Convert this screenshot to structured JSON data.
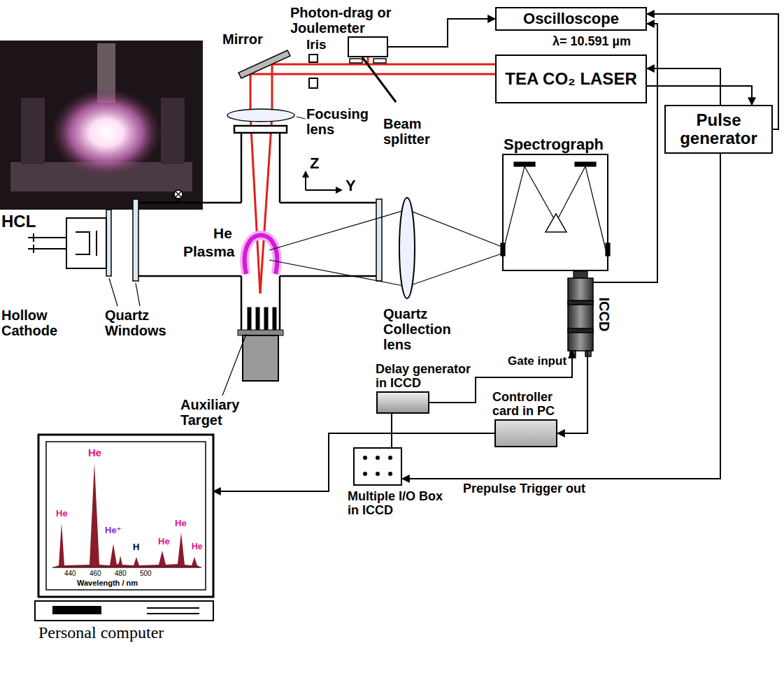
{
  "diagram": {
    "nodes": [
      {
        "text": [
          "Photon-drag or Joulemeter"
        ]
      },
      {
        "text": [
          "Oscilloscope"
        ]
      },
      {
        "text": [
          "TEA CO₂ LASER"
        ]
      },
      {
        "text": [
          "Pulse generator"
        ]
      },
      {
        "text": [
          "Spectrograph"
        ]
      },
      {
        "text": [
          "ICCD"
        ]
      },
      {
        "text": [
          "Delay generator in ICCD"
        ]
      },
      {
        "text": [
          "Controller card in PC"
        ]
      },
      {
        "text": [
          "Multiple I/O Box in ICCD"
        ]
      },
      {
        "text": [
          "Personal computer"
        ]
      }
    ],
    "edges": [
      {
        "from": 0,
        "to": 1,
        "arrow": "to"
      },
      {
        "from": 5,
        "to": 1,
        "arrow": "to"
      },
      {
        "from": 3,
        "to": 1,
        "arrow": "to"
      },
      {
        "from": 3,
        "to": 2,
        "arrow": "to"
      },
      {
        "from": 2,
        "to": 3,
        "arrow": "to"
      },
      {
        "from": 3,
        "to": 8,
        "label": "Prepulse Trigger out",
        "arrow": "to"
      },
      {
        "from": 6,
        "to": 5,
        "arrow": "to"
      },
      {
        "from": 5,
        "to": 7,
        "arrow": "to"
      },
      {
        "from": 7,
        "to": 9,
        "arrow": "to"
      },
      {
        "from": 8,
        "to": 6,
        "arrow": "none"
      }
    ],
    "labels": [
      "λ= 10.591 µm",
      "Mirror",
      "Iris",
      "Focusing lens",
      "Beam splitter",
      "Z",
      "Y",
      "HCL",
      "He",
      "Plasma",
      "Hollow Cathode",
      "Quartz Windows",
      "Auxiliary Target",
      "Quartz Collection lens",
      "Gate input",
      "He",
      "He",
      "He⁺",
      "H",
      "He",
      "He",
      "He",
      "440",
      "460",
      "480",
      "500",
      "Wavelength / nm"
    ]
  }
}
